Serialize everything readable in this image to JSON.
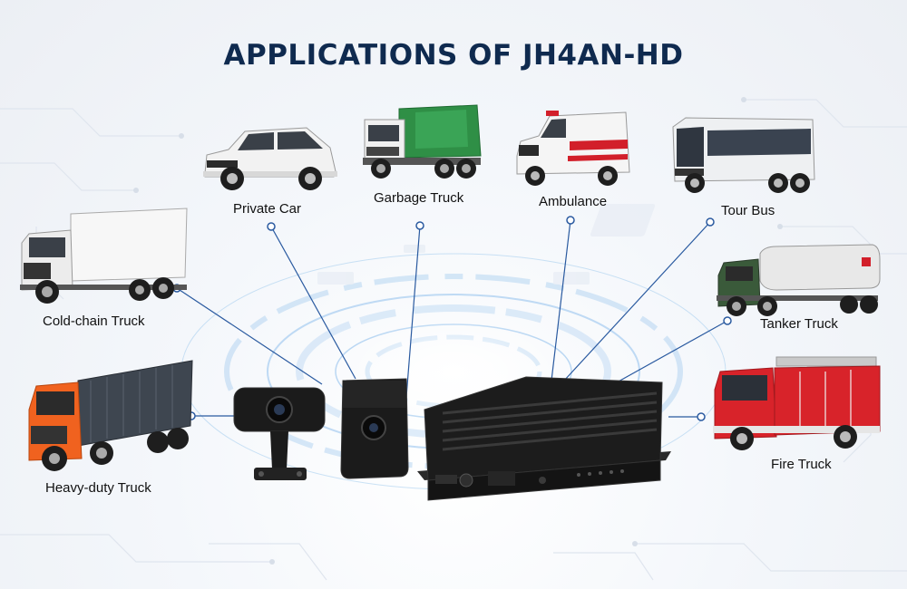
{
  "title": "APPLICATIONS OF JH4AN-HD",
  "colors": {
    "title": "#0f2a4f",
    "connector": "#2a5aa0",
    "ring": "#7fb3e8",
    "device": "#1a1a1a"
  },
  "applications": [
    {
      "label": "Private Car",
      "icon": "suv-icon"
    },
    {
      "label": "Garbage Truck",
      "icon": "garbage-truck-icon"
    },
    {
      "label": "Ambulance",
      "icon": "ambulance-icon"
    },
    {
      "label": "Tour Bus",
      "icon": "bus-icon"
    },
    {
      "label": "Cold-chain Truck",
      "icon": "box-truck-icon"
    },
    {
      "label": "Tanker Truck",
      "icon": "tanker-truck-icon"
    },
    {
      "label": "Heavy-duty Truck",
      "icon": "semi-truck-icon"
    },
    {
      "label": "Fire Truck",
      "icon": "fire-truck-icon"
    }
  ],
  "device": {
    "dvr_icon": "mobile-dvr-icon",
    "camera_icons": [
      "dash-camera-icon",
      "cabin-camera-icon"
    ]
  }
}
